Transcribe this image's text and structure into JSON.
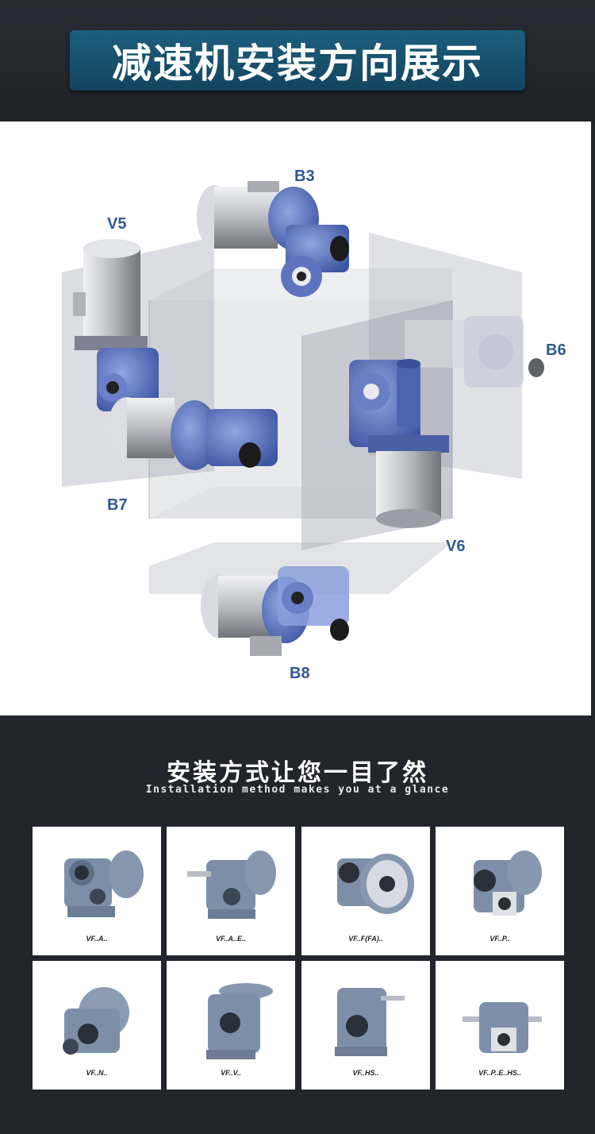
{
  "header": {
    "title": "减速机安装方向展示"
  },
  "diagram": {
    "positions": [
      "B3",
      "V5",
      "B6",
      "B7",
      "V6",
      "B8"
    ]
  },
  "gallery": {
    "title": "安装方式让您一目了然",
    "subtitle": "Installation method makes you at a glance",
    "items": [
      {
        "label": "VF..A.."
      },
      {
        "label": "VF..A..E.."
      },
      {
        "label": "VF..F(FA).."
      },
      {
        "label": "VF..P.."
      },
      {
        "label": "VF..N.."
      },
      {
        "label": "VF..V.."
      },
      {
        "label": "VF..HS.."
      },
      {
        "label": "VF..P..E..HS.."
      }
    ]
  }
}
